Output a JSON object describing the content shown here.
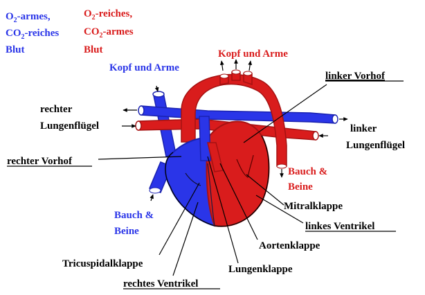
{
  "colors": {
    "blue": "#2a35e8",
    "blue_dark": "#1a22b0",
    "red": "#d91c1c",
    "red_dark": "#a51212",
    "black": "#000000",
    "background": "#ffffff"
  },
  "legend": {
    "deoxy": {
      "line1": "O",
      "sub1": "2",
      "rest1": "-armes,",
      "line2": "CO",
      "sub2": "2",
      "rest2": "-reiches",
      "line3": "Blut"
    },
    "oxy": {
      "line1": "O",
      "sub1": "2",
      "rest1": "-reiches,",
      "line2": "CO",
      "sub2": "2",
      "rest2": "-armes",
      "line3": "Blut"
    }
  },
  "labels": {
    "kopf_arme_red": "Kopf und Arme",
    "kopf_arme_blue": "Kopf und Arme",
    "linker_vorhof": "linker Vorhof",
    "rechter_lunge_1": "rechter",
    "rechter_lunge_2": "Lungenflügel",
    "linker_lunge_1": "linker",
    "linker_lunge_2": "Lungenflügel",
    "rechter_vorhof": "rechter Vorhof",
    "bauch_red_1": "Bauch &",
    "bauch_red_2": "Beine",
    "bauch_blue_1": "Bauch &",
    "bauch_blue_2": "Beine",
    "mitralklappe": "Mitralklappe",
    "linkes_ventrikel": "linkes Ventrikel",
    "aortenklappe": "Aortenklappe",
    "tricuspidalklappe": "Tricuspidalklappe",
    "lungenklappe": "Lungenklappe",
    "rechtes_ventrikel": "rechtes Ventrikel"
  }
}
